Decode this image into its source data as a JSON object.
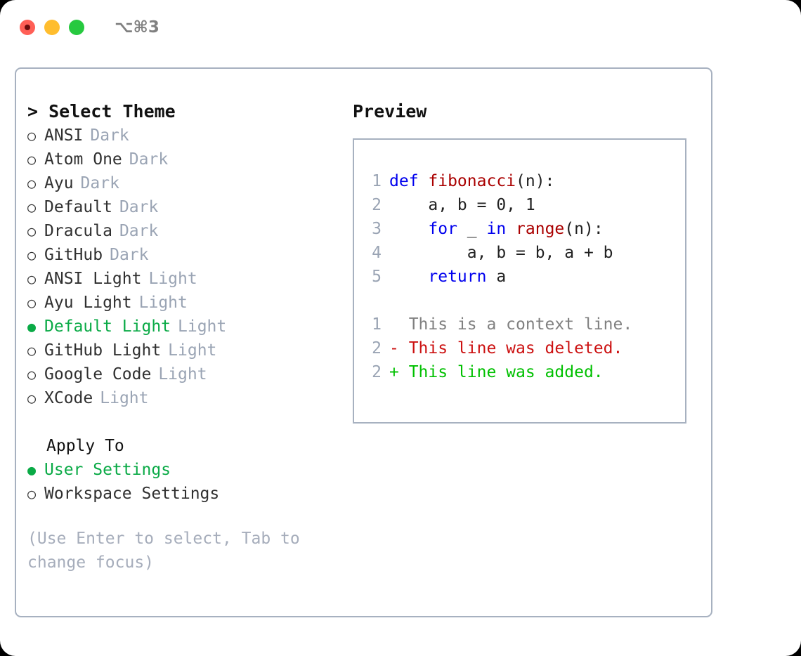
{
  "window": {
    "shortcut": "⌥⌘3",
    "controls": [
      {
        "name": "close",
        "color": "#ff5f56"
      },
      {
        "name": "minimize",
        "color": "#ffbd2e"
      },
      {
        "name": "maximize",
        "color": "#27c93f"
      }
    ]
  },
  "theme_panel": {
    "header": "> Select Theme",
    "options": [
      {
        "bullet": "○",
        "label": "ANSI",
        "tag": "Dark",
        "selected": false
      },
      {
        "bullet": "○",
        "label": "Atom One",
        "tag": "Dark",
        "selected": false
      },
      {
        "bullet": "○",
        "label": "Ayu",
        "tag": "Dark",
        "selected": false
      },
      {
        "bullet": "○",
        "label": "Default",
        "tag": "Dark",
        "selected": false
      },
      {
        "bullet": "○",
        "label": "Dracula",
        "tag": "Dark",
        "selected": false
      },
      {
        "bullet": "○",
        "label": "GitHub",
        "tag": "Dark",
        "selected": false
      },
      {
        "bullet": "○",
        "label": "ANSI Light",
        "tag": "Light",
        "selected": false
      },
      {
        "bullet": "○",
        "label": "Ayu Light",
        "tag": "Light",
        "selected": false
      },
      {
        "bullet": "●",
        "label": "Default Light",
        "tag": "Light",
        "selected": true
      },
      {
        "bullet": "○",
        "label": "GitHub Light",
        "tag": "Light",
        "selected": false
      },
      {
        "bullet": "○",
        "label": "Google Code",
        "tag": "Light",
        "selected": false
      },
      {
        "bullet": "○",
        "label": "XCode",
        "tag": "Light",
        "selected": false
      }
    ],
    "apply_to": {
      "header": "Apply To",
      "options": [
        {
          "bullet": "●",
          "label": "User Settings",
          "selected": true
        },
        {
          "bullet": "○",
          "label": "Workspace Settings",
          "selected": false
        }
      ]
    },
    "hint": "(Use Enter to select, Tab to change focus)"
  },
  "preview": {
    "title": "Preview",
    "code_lines": [
      {
        "num": "1",
        "tokens": [
          {
            "text": "def ",
            "type": "kw"
          },
          {
            "text": "fibonacci",
            "type": "fn"
          },
          {
            "text": "(n):",
            "type": "txt"
          }
        ]
      },
      {
        "num": "2",
        "tokens": [
          {
            "text": "    a, b = 0, 1",
            "type": "txt"
          }
        ]
      },
      {
        "num": "3",
        "tokens": [
          {
            "text": "    ",
            "type": "txt"
          },
          {
            "text": "for",
            "type": "kw"
          },
          {
            "text": " _ ",
            "type": "txt"
          },
          {
            "text": "in",
            "type": "kw"
          },
          {
            "text": " ",
            "type": "txt"
          },
          {
            "text": "range",
            "type": "bi"
          },
          {
            "text": "(n):",
            "type": "txt"
          }
        ]
      },
      {
        "num": "4",
        "tokens": [
          {
            "text": "        a, b = b, a + b",
            "type": "txt"
          }
        ]
      },
      {
        "num": "5",
        "tokens": [
          {
            "text": "    ",
            "type": "txt"
          },
          {
            "text": "return",
            "type": "kw"
          },
          {
            "text": " a",
            "type": "txt"
          }
        ]
      }
    ],
    "diff_lines": [
      {
        "num": "1",
        "marker": " ",
        "text": " This is a context line.",
        "type": "ctx"
      },
      {
        "num": "2",
        "marker": "-",
        "text": " This line was deleted.",
        "type": "del"
      },
      {
        "num": "2",
        "marker": "+",
        "text": " This line was added.",
        "type": "add"
      }
    ]
  },
  "colors": {
    "accent_green": "#0aaa46",
    "muted": "#9aa4b4",
    "border": "#a7b1c0",
    "keyword": "#0000ee",
    "function": "#aa0000",
    "diff_add": "#00c000",
    "diff_del": "#cc1111"
  }
}
